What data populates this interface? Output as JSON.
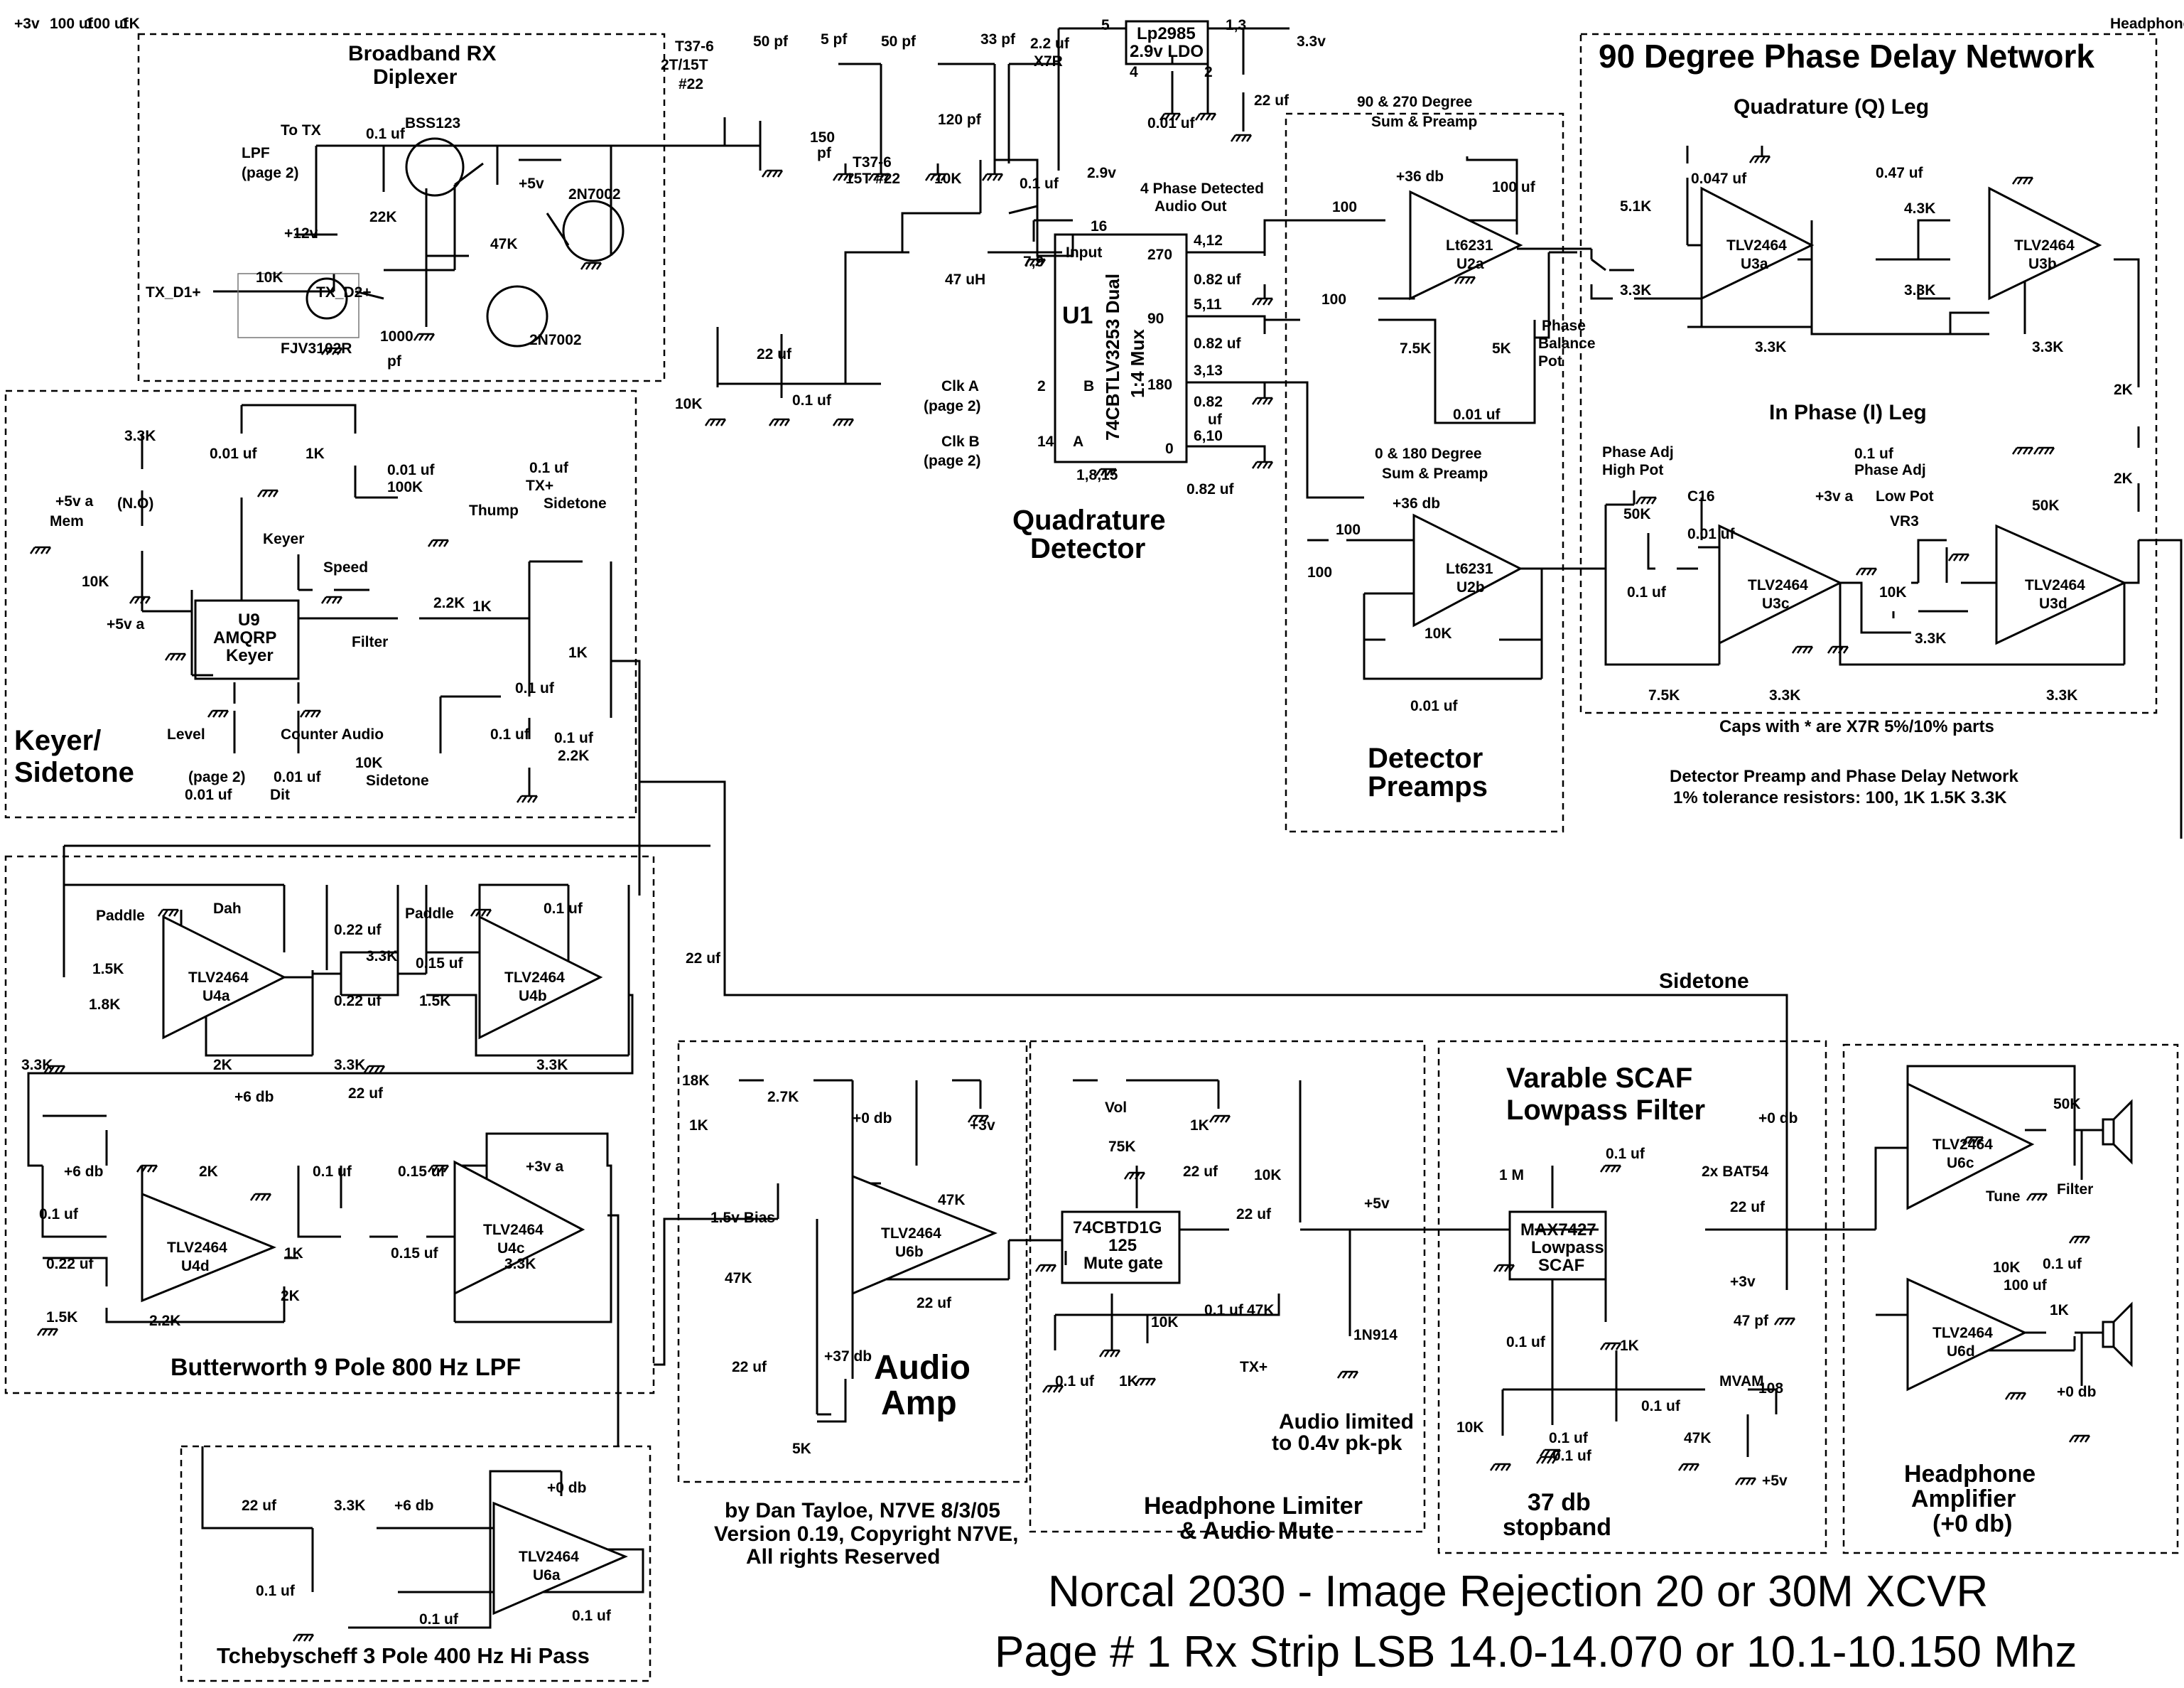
{
  "title": {
    "line1": "Norcal 2030 - Image Rejection 20 or 30M XCVR",
    "line2": "Page # 1  Rx Strip  LSB 14.0-14.070 or 10.1-10.150 Mhz"
  },
  "credits": [
    "by Dan Tayloe, N7VE  8/3/05",
    "Version 0.19,  Copyright N7VE,",
    "All rights Reserved"
  ],
  "sections": {
    "diplexer": [
      "Broadband RX",
      "Diplexer"
    ],
    "phase": "90 Degree Phase Delay Network",
    "q_leg": "Quadrature (Q) Leg",
    "i_leg": "In Phase (I) Leg",
    "quad": [
      "Quadrature",
      "Detector"
    ],
    "preamps": [
      "Detector",
      "Preamps"
    ],
    "keyer": [
      "Keyer/",
      "Sidetone"
    ],
    "butterworth": "Butterworth 9 Pole 800 Hz LPF",
    "tcheby": "Tchebyscheff 3 Pole 400 Hz Hi Pass",
    "audio_amp": [
      "Audio",
      "Amp"
    ],
    "limiter": [
      "Headphone Limiter",
      "& Audio Mute"
    ],
    "scaf": [
      "Varable SCAF",
      "Lowpass Filter"
    ],
    "headamp": [
      "Headphone",
      "Amplifier",
      "(+0 db)"
    ],
    "stopband": [
      "37 db",
      "stopband"
    ],
    "audio_limited": [
      "Audio limited",
      "to 0.4v pk-pk"
    ],
    "x7r_note": "Caps with * are X7R 5%/10% parts",
    "tol_note": [
      "Detector Preamp and Phase Delay Network",
      "1% tolerance resistors: 100, 1K 1.5K 3.3K"
    ],
    "sidetone": "Sidetone"
  },
  "ics": {
    "u1": [
      "U1",
      "74CBTLV3253 Dual",
      "1:4 Mux"
    ],
    "u2a": [
      "Lt6231",
      "U2a"
    ],
    "u2b": [
      "Lt6231",
      "U2b"
    ],
    "u3a": [
      "TLV2464",
      "U3a"
    ],
    "u3b": [
      "TLV2464",
      "U3b"
    ],
    "u3c": [
      "TLV2464",
      "U3c"
    ],
    "u3d": [
      "TLV2464",
      "U3d"
    ],
    "u4a": [
      "TLV2464",
      "U4a"
    ],
    "u4b": [
      "TLV2464",
      "U4b"
    ],
    "u4c": [
      "TLV2464",
      "U4c"
    ],
    "u4d": [
      "TLV2464",
      "U4d"
    ],
    "u6a": [
      "TLV2464",
      "U6a"
    ],
    "u6b": [
      "TLV2464",
      "U6b"
    ],
    "u6c": [
      "TLV2464",
      "U6c"
    ],
    "u6d": [
      "TLV2464",
      "U6d"
    ],
    "u9": [
      "U9",
      "AMQRP",
      "Keyer"
    ],
    "ldo": [
      "Lp2985",
      "2.9v LDO"
    ],
    "mute": [
      "74CBTD1G",
      "125",
      "Mute gate"
    ],
    "scaf": [
      "MAX7427",
      "Lowpass",
      "SCAF"
    ]
  },
  "labels": [
    "To TX",
    "LPF",
    "(page 2)",
    "0.1 uf",
    "BSS123",
    "+5v",
    "+12v",
    "22K",
    "47K",
    "2N7002",
    "2N7002",
    "TX_D1+",
    "10K",
    "TX_D2+",
    "FJV3102R",
    "1000",
    "pf",
    "T37-6",
    "2T/15T",
    "#22",
    "50 pf",
    "5 pf",
    "150",
    "pf",
    "50 pf",
    "120 pf",
    "33 pf",
    "T37-6",
    "15T #22",
    "2.2 uf",
    "X7R",
    "5",
    "1,3",
    "3.3v",
    "4",
    "2",
    "22 uf",
    "0.01 uf",
    "10K",
    "0.1 uf",
    "2.9v",
    "16",
    "4 Phase Detected",
    "Audio Out",
    "Input",
    "7,9",
    "47 uH",
    "22 uf",
    "0.1 uf",
    "10K",
    "270",
    "4,12",
    "90",
    "5,11",
    "180",
    "3,13",
    "0",
    "6,10",
    "0.82 uf",
    "0.82 uf",
    "0.82",
    "uf",
    "0.82 uf",
    "Clk A",
    "(page 2)",
    "Clk B",
    "(page 2)",
    "2",
    "14",
    "B",
    "A",
    "1,8,15",
    "90 & 270 Degree",
    "Sum & Preamp",
    "+36 db",
    "100 uf",
    "100",
    "100",
    "7.5K",
    "5K",
    "Phase",
    "Balance",
    "Pot",
    "0.01 uf",
    "0 & 180 Degree",
    "Sum & Preamp",
    "+36 db",
    "100",
    "100",
    "10K",
    "0.01 uf",
    "0.047 uf",
    "5.1K",
    "3.3K",
    "3.3K",
    "0.47 uf",
    "4.3K",
    "3.3K",
    "3.3K",
    "2K",
    "2K",
    "Phase Adj",
    "High Pot",
    "50K",
    "C16",
    "0.01 uf",
    "+3v a",
    "0.1 uf",
    "Phase Adj",
    "Low Pot",
    "VR3",
    "50K",
    "0.1 uf",
    "10K",
    "7.5K",
    "3.3K",
    "3.3K",
    "3.3K",
    "3.3K",
    "+5v a",
    "Mem",
    "(N.O)",
    "10K",
    "0.01 uf",
    "1K",
    "0.01 uf",
    "100K",
    "Keyer",
    "Speed",
    "+5v a",
    "0.1 uf",
    "TX+",
    "Sidetone",
    "Thump",
    "Filter",
    "2.2K",
    "1K",
    "0.1 uf",
    "0.1 uf",
    "1K",
    "0.1 uf",
    "2.2K",
    "10K",
    "Sidetone",
    "Level",
    "Counter Audio",
    "(page 2)",
    "0.01 uf",
    "0.01 uf",
    "Dit",
    "Paddle",
    "Dah",
    "Paddle",
    "0.1 uf",
    "0.22 uf",
    "0.15 uf",
    "0.22 uf",
    "1.5K",
    "1.8K",
    "1.5K",
    "2K",
    "3.3K",
    "3.3K",
    "3.3K",
    "3.3K",
    "22 uf",
    "22 uf",
    "+6 db",
    "+6 db",
    "2K",
    "0.1 uf",
    "0.15 uf",
    "+3v a",
    "0.1 uf",
    "1K",
    "0.15 uf",
    "0.22 uf",
    "1.5K",
    "2.2K",
    "2K",
    "3.3K",
    "22 uf",
    "3.3K",
    "+6 db",
    "+0 db",
    "0.1 uf",
    "0.1 uf",
    "0.1 uf",
    "18K",
    "2.7K",
    "1K",
    "+0 db",
    "+3v",
    "47K",
    "1.5v Bias",
    "47K",
    "22 uf",
    "+37 db",
    "22 uf",
    "5K",
    "Vol",
    "1K",
    "75K",
    "22 uf",
    "10K",
    "22 uf",
    "+5v",
    "0.1 uf",
    "47K",
    "10K",
    "0.1 uf",
    "1K",
    "TX+",
    "1N914",
    "1 M",
    "0.1 uf",
    "2x BAT54",
    "22 uf",
    "+0 db",
    "+3v",
    "0.1 uf",
    "1K",
    "10K",
    "0.1 uf",
    "0.1 uf",
    "0.1 uf",
    "47 pf",
    "MVAM",
    "108",
    "47K",
    "+5v",
    "50K",
    "Filter",
    "Tune",
    "0.1 uf",
    "10K",
    "100 uf",
    "1K",
    "+0 db",
    "Headphones",
    "+3v",
    "100 uf",
    "100 uf",
    "1K"
  ]
}
